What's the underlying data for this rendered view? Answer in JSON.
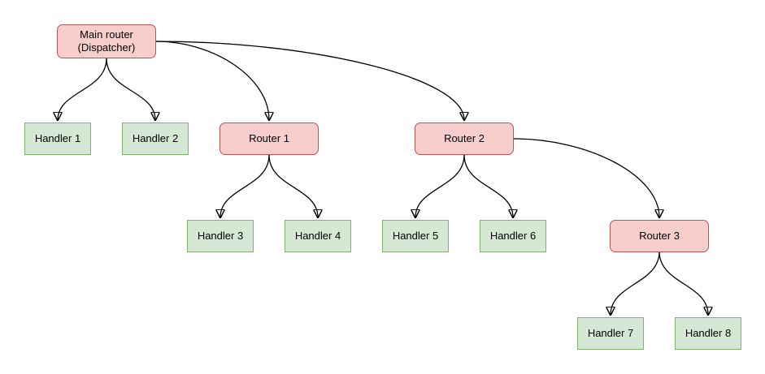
{
  "diagram": {
    "background_color": "#ffffff",
    "edge_color": "#000000",
    "router_style": {
      "fill": "#f8cecc",
      "border": "#b85450"
    },
    "handler_style": {
      "fill": "#d5e8d4",
      "border": "#82b366"
    },
    "nodes": {
      "main_router": {
        "type": "router",
        "line1": "Main router",
        "line2": "(Dispatcher)"
      },
      "router1": {
        "type": "router",
        "label": "Router 1"
      },
      "router2": {
        "type": "router",
        "label": "Router 2"
      },
      "router3": {
        "type": "router",
        "label": "Router 3"
      },
      "handler1": {
        "type": "handler",
        "label": "Handler 1"
      },
      "handler2": {
        "type": "handler",
        "label": "Handler 2"
      },
      "handler3": {
        "type": "handler",
        "label": "Handler 3"
      },
      "handler4": {
        "type": "handler",
        "label": "Handler 4"
      },
      "handler5": {
        "type": "handler",
        "label": "Handler 5"
      },
      "handler6": {
        "type": "handler",
        "label": "Handler 6"
      },
      "handler7": {
        "type": "handler",
        "label": "Handler 7"
      },
      "handler8": {
        "type": "handler",
        "label": "Handler 8"
      }
    },
    "edges": [
      {
        "from": "main_router",
        "to": "handler1"
      },
      {
        "from": "main_router",
        "to": "handler2"
      },
      {
        "from": "main_router",
        "to": "router1"
      },
      {
        "from": "main_router",
        "to": "router2"
      },
      {
        "from": "router1",
        "to": "handler3"
      },
      {
        "from": "router1",
        "to": "handler4"
      },
      {
        "from": "router2",
        "to": "handler5"
      },
      {
        "from": "router2",
        "to": "handler6"
      },
      {
        "from": "router2",
        "to": "router3"
      },
      {
        "from": "router3",
        "to": "handler7"
      },
      {
        "from": "router3",
        "to": "handler8"
      }
    ]
  }
}
